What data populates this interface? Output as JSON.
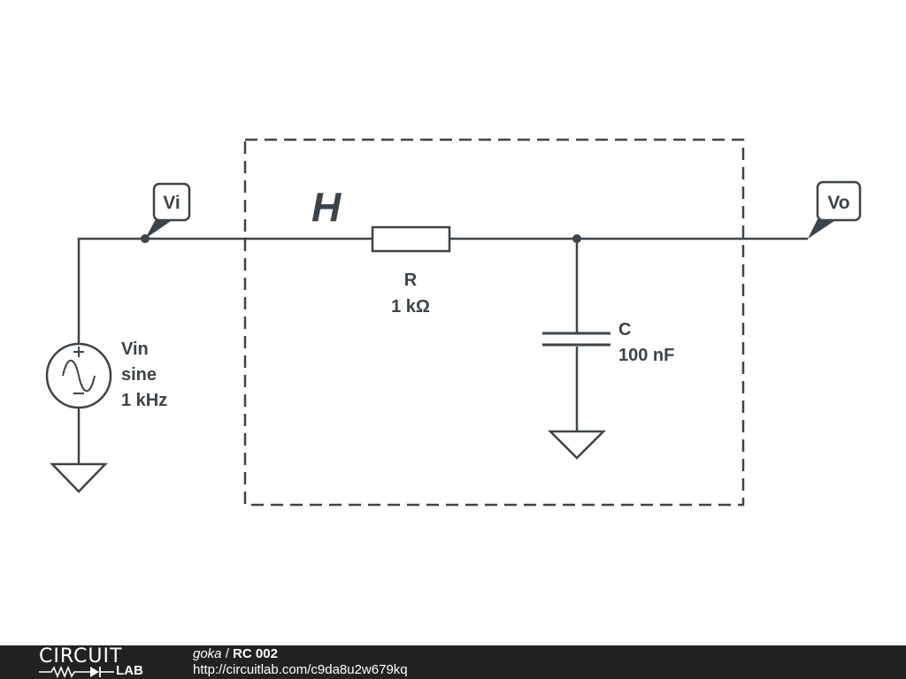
{
  "schematic": {
    "block_label": "H",
    "nodes": {
      "input": "Vi",
      "output": "Vo"
    },
    "source": {
      "name": "Vin",
      "waveform": "sine",
      "frequency": "1 kHz"
    },
    "resistor": {
      "name": "R",
      "value": "1 kΩ"
    },
    "capacitor": {
      "name": "C",
      "value": "100 nF"
    },
    "colors": {
      "ink": "#3d4449",
      "background": "#ffffff"
    }
  },
  "footer": {
    "logo_top": "CIRCUIT",
    "logo_bottom": "LAB",
    "author": "goka",
    "separator": " / ",
    "title": "RC 002",
    "url": "http://circuitlab.com/c9da8u2w679kq",
    "background": "#222222"
  }
}
